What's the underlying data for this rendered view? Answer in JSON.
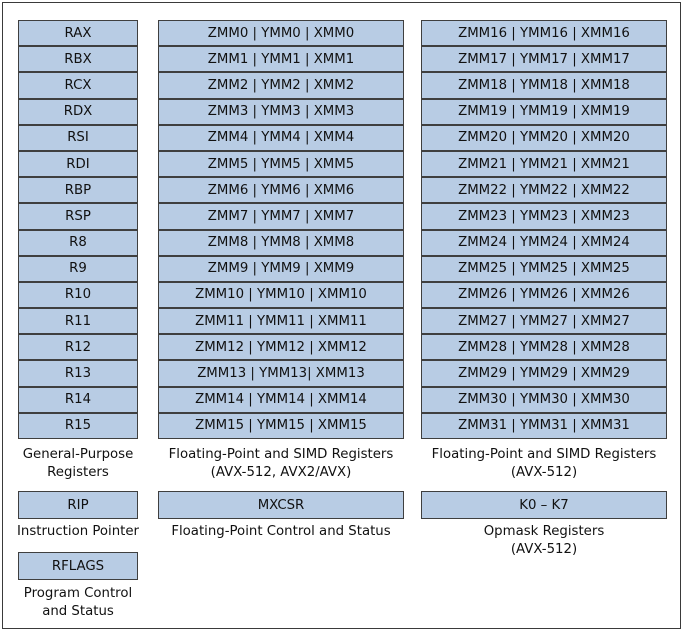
{
  "gpr": {
    "registers": [
      "RAX",
      "RBX",
      "RCX",
      "RDX",
      "RSI",
      "RDI",
      "RBP",
      "RSP",
      "R8",
      "R9",
      "R10",
      "R11",
      "R12",
      "R13",
      "R14",
      "R15"
    ],
    "caption": [
      "General-Purpose",
      "Registers"
    ]
  },
  "simd_low": {
    "registers": [
      "ZMM0 | YMM0 | XMM0",
      "ZMM1 | YMM1 | XMM1",
      "ZMM2 | YMM2 | XMM2",
      "ZMM3 | YMM3 | XMM3",
      "ZMM4 | YMM4 | XMM4",
      "ZMM5 | YMM5 | XMM5",
      "ZMM6 | YMM6 | XMM6",
      "ZMM7 | YMM7 | XMM7",
      "ZMM8 | YMM8 | XMM8",
      "ZMM9 | YMM9 | XMM9",
      "ZMM10 | YMM10 | XMM10",
      "ZMM11 | YMM11 | XMM11",
      "ZMM12 | YMM12 | XMM12",
      "ZMM13 | YMM13| XMM13",
      "ZMM14 | YMM14 | XMM14",
      "ZMM15 | YMM15 | XMM15"
    ],
    "caption": [
      "Floating-Point and SIMD Registers",
      "(AVX-512, AVX2/AVX)"
    ]
  },
  "simd_high": {
    "registers": [
      "ZMM16 | YMM16 | XMM16",
      "ZMM17 | YMM17 | XMM17",
      "ZMM18 | YMM18 | XMM18",
      "ZMM19 | YMM19 | XMM19",
      "ZMM20 | YMM20 | XMM20",
      "ZMM21 | YMM21 | XMM21",
      "ZMM22 | YMM22 | XMM22",
      "ZMM23 | YMM23 | XMM23",
      "ZMM24 | YMM24 | XMM24",
      "ZMM25 | YMM25 | XMM25",
      "ZMM26 | YMM26 | XMM26",
      "ZMM27 | YMM27 | XMM27",
      "ZMM28 | YMM28 | XMM28",
      "ZMM29 | YMM29 | XMM29",
      "ZMM30 | YMM30 | XMM30",
      "ZMM31 | YMM31 | XMM31"
    ],
    "caption": [
      "Floating-Point and SIMD Registers",
      "(AVX-512)"
    ]
  },
  "rip": {
    "label": "RIP",
    "caption": "Instruction Pointer"
  },
  "mxcsr": {
    "label": "MXCSR",
    "caption": "Floating-Point Control and Status"
  },
  "opmask": {
    "label": "K0 – K7",
    "caption": [
      "Opmask Registers",
      "(AVX-512)"
    ]
  },
  "rflags": {
    "label": "RFLAGS",
    "caption": [
      "Program Control",
      "and Status"
    ]
  },
  "colors": {
    "register_fill": "#b8cce4",
    "border": "#3f3f3f"
  }
}
